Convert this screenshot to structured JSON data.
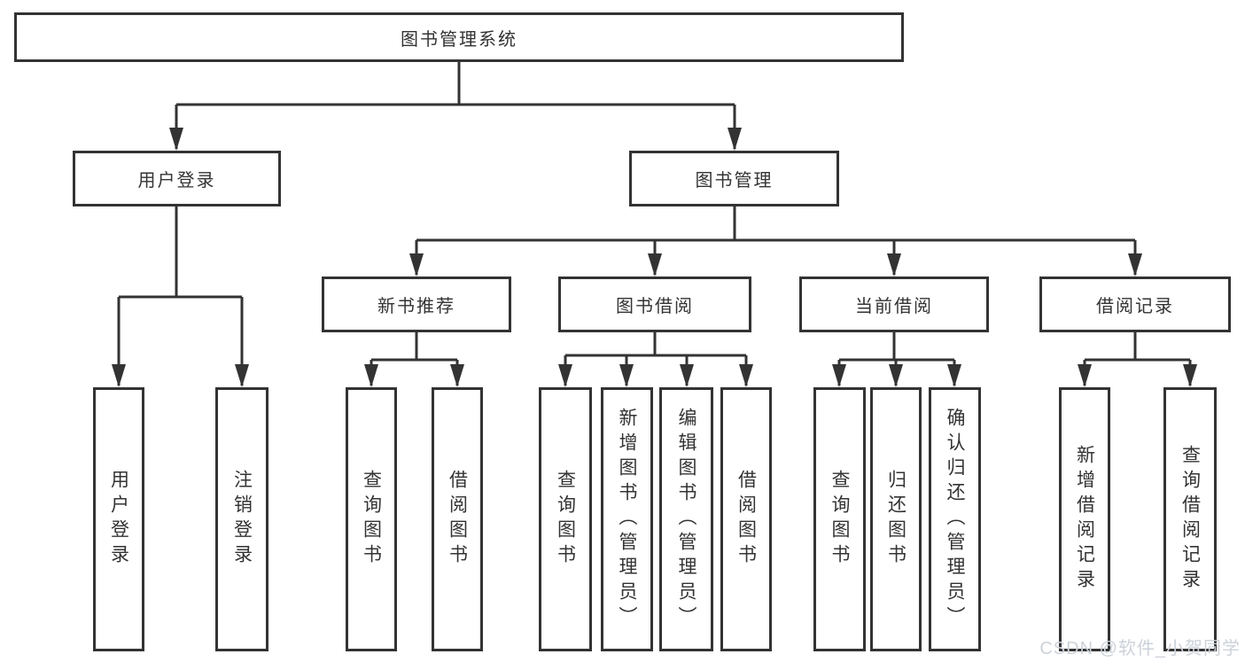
{
  "diagram_title": "图书管理系统",
  "colors": {
    "ink": "#333333",
    "bg": "#ffffff",
    "watermark": "#ccd2d9"
  },
  "nodes": {
    "root": {
      "label": "图书管理系统"
    },
    "user_login": {
      "label": "用户登录",
      "parent": "图书管理系统"
    },
    "book_mgmt": {
      "label": "图书管理",
      "parent": "图书管理系统"
    },
    "leaf_user_login": {
      "label": "用户登录",
      "parent": "用户登录"
    },
    "leaf_logout": {
      "label": "注销登录",
      "parent": "用户登录"
    },
    "new_books": {
      "label": "新书推荐",
      "parent": "图书管理"
    },
    "book_borrow": {
      "label": "图书借阅",
      "parent": "图书管理"
    },
    "current_borrow": {
      "label": "当前借阅",
      "parent": "图书管理"
    },
    "borrow_records": {
      "label": "借阅记录",
      "parent": "图书管理"
    },
    "nb_query": {
      "label": "查询图书",
      "parent": "新书推荐"
    },
    "nb_borrow": {
      "label": "借阅图书",
      "parent": "新书推荐"
    },
    "bb_query": {
      "label": "查询图书",
      "parent": "图书借阅"
    },
    "bb_add": {
      "label": "新增图书（管理员）",
      "parent": "图书借阅"
    },
    "bb_edit": {
      "label": "编辑图书（管理员）",
      "parent": "图书借阅"
    },
    "bb_borrow": {
      "label": "借阅图书",
      "parent": "图书借阅"
    },
    "cb_query": {
      "label": "查询图书",
      "parent": "当前借阅"
    },
    "cb_return": {
      "label": "归还图书",
      "parent": "当前借阅"
    },
    "cb_confirm": {
      "label": "确认归还（管理员）",
      "parent": "当前借阅"
    },
    "br_add": {
      "label": "新增借阅记录",
      "parent": "借阅记录"
    },
    "br_query": {
      "label": "查询借阅记录",
      "parent": "借阅记录"
    }
  },
  "watermark": {
    "text": "CSDN @软件_小贺同学"
  }
}
